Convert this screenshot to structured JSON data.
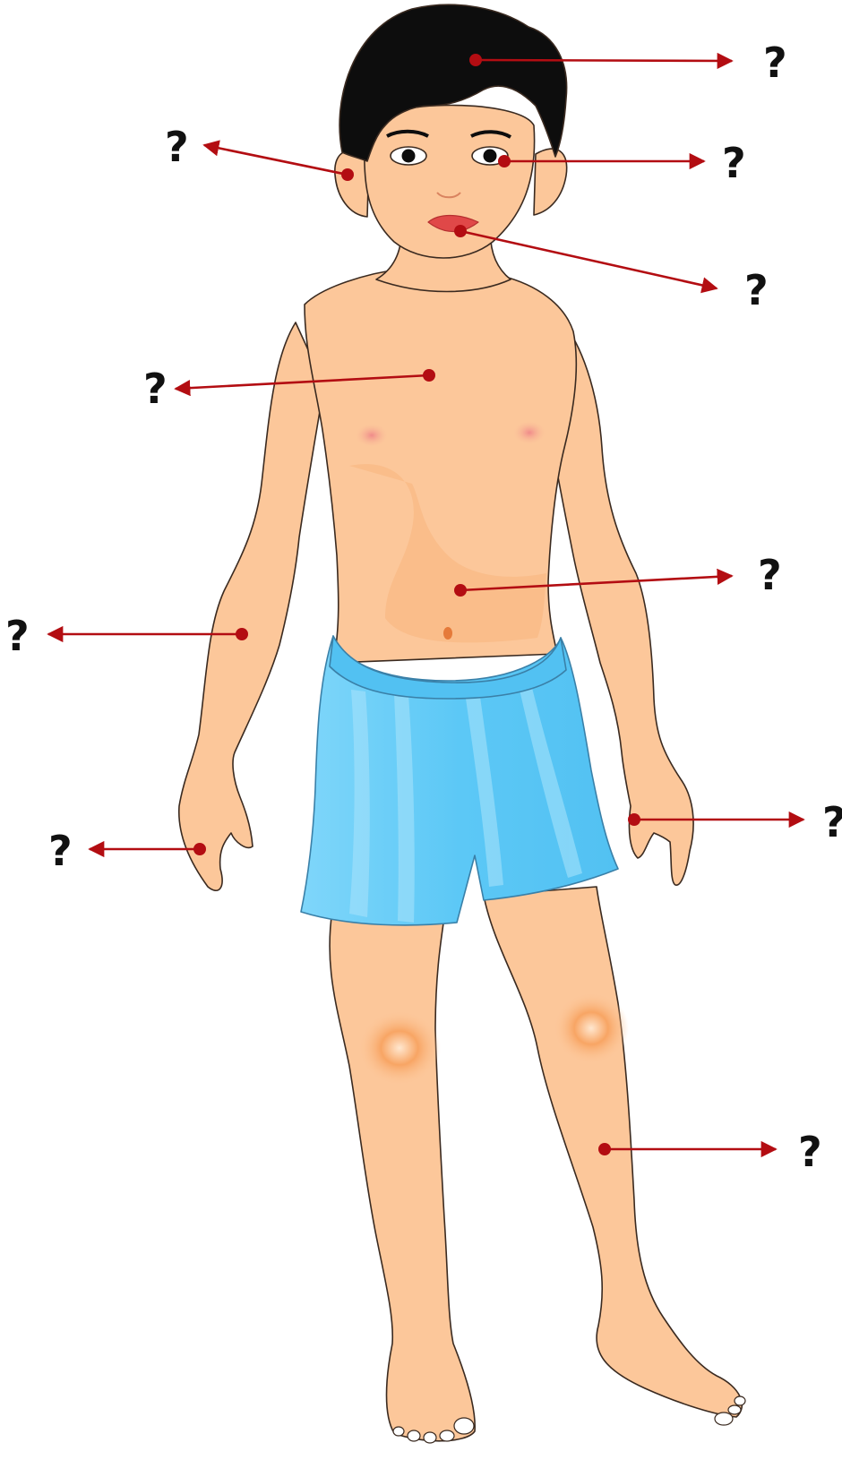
{
  "diagram": {
    "colors": {
      "skin": "#fcc79a",
      "skin_shade": "#f7b47e",
      "outline": "#3a2a20",
      "hair": "#0d0d0d",
      "shorts": "#66cdf7",
      "shorts_light": "#a5e2fb",
      "arrow": "#b30d12",
      "lips": "#e04848",
      "nipple": "#f3a3a3",
      "knee": "#f79a55"
    },
    "labels": [
      {
        "id": "hair",
        "text": "?"
      },
      {
        "id": "ear",
        "text": "?"
      },
      {
        "id": "eye",
        "text": "?"
      },
      {
        "id": "mouth",
        "text": "?"
      },
      {
        "id": "chest",
        "text": "?"
      },
      {
        "id": "stomach",
        "text": "?"
      },
      {
        "id": "arm",
        "text": "?"
      },
      {
        "id": "hand-left",
        "text": "?"
      },
      {
        "id": "hand-right",
        "text": "?"
      },
      {
        "id": "leg",
        "text": "?"
      }
    ]
  }
}
